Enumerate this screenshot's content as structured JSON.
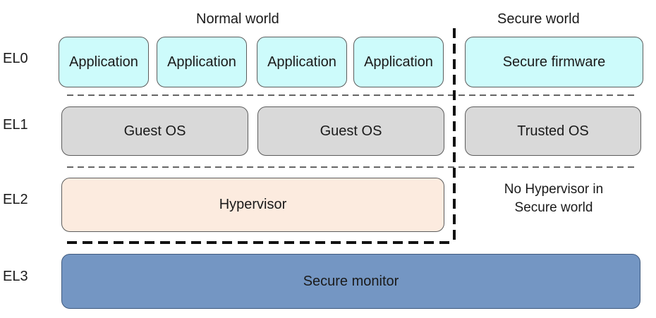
{
  "worlds": {
    "normal": "Normal world",
    "secure": "Secure world"
  },
  "levels": [
    "EL0",
    "EL1",
    "EL2",
    "EL3"
  ],
  "el0": {
    "normal_apps": [
      "Application",
      "Application",
      "Application",
      "Application"
    ],
    "secure": "Secure firmware"
  },
  "el1": {
    "guest_os": [
      "Guest OS",
      "Guest OS"
    ],
    "secure": "Trusted OS"
  },
  "el2": {
    "normal": "Hypervisor",
    "secure_note_line1": "No Hypervisor in",
    "secure_note_line2": "Secure world"
  },
  "el3": {
    "monitor": "Secure monitor"
  },
  "colors": {
    "application": "#cdfbfb",
    "os": "#d9d9d9",
    "hypervisor": "#fcebdf",
    "monitor": "#7496c3"
  }
}
